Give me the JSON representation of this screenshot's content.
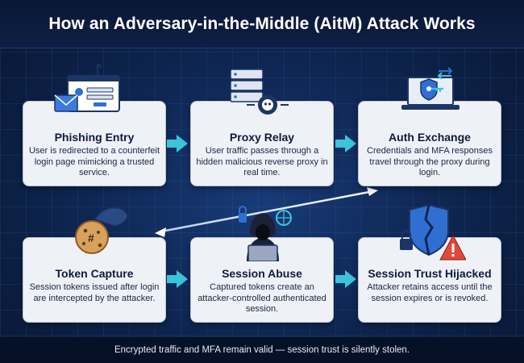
{
  "title": "How an Adversary-in-the-Middle (AitM) Attack Works",
  "steps": [
    {
      "title": "Phishing Entry",
      "description": "User is redirected to a counterfeit login page mimicking a trusted service.",
      "icon": "phishing-email-login-icon"
    },
    {
      "title": "Proxy Relay",
      "description": "User traffic passes through a hidden malicious reverse proxy in real time.",
      "icon": "server-proxy-skull-icon"
    },
    {
      "title": "Auth Exchange",
      "description": "Credentials and MFA responses travel through the proxy during login.",
      "icon": "laptop-shield-key-icon"
    },
    {
      "title": "Token Capture",
      "description": "Session tokens issued after login are intercepted by the attacker.",
      "icon": "hand-grabbing-cookie-icon"
    },
    {
      "title": "Session Abuse",
      "description": "Captured tokens create an attacker-controlled authenticated session.",
      "icon": "hooded-hacker-icon"
    },
    {
      "title": "Session Trust Hijacked",
      "description": "Attacker retains access until the session expires or is revoked.",
      "icon": "broken-shield-warning-icon"
    }
  ],
  "footer": "Encrypted traffic and MFA remain valid — session trust is silently stolen.",
  "colors": {
    "accent": "#3cc4dc",
    "card": "#eef1f6",
    "background": "#0f2754"
  }
}
